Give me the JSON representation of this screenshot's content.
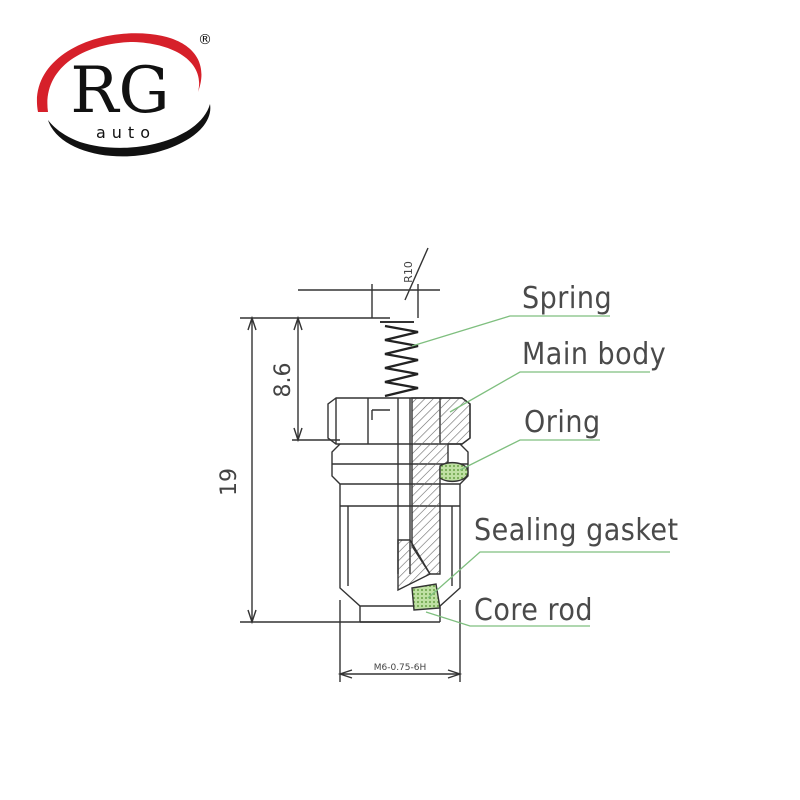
{
  "brand": {
    "name": "RG",
    "sub": "auto",
    "mark": "®",
    "colors": {
      "red": "#d6202a",
      "black": "#111111"
    }
  },
  "dimensions": {
    "total_height": "19",
    "spring_height": "8.6",
    "spring_diameter": "R10",
    "thread": "M6-0.75-6H"
  },
  "labels": {
    "spring": "Spring",
    "main_body": "Main body",
    "oring": "Oring",
    "sealing_gasket": "Sealing gasket",
    "core_rod": "Core rod"
  },
  "colors": {
    "line": "#333333",
    "leader": "#7fbf7f",
    "hatch": "#555555",
    "seal": "#6fae3a"
  }
}
